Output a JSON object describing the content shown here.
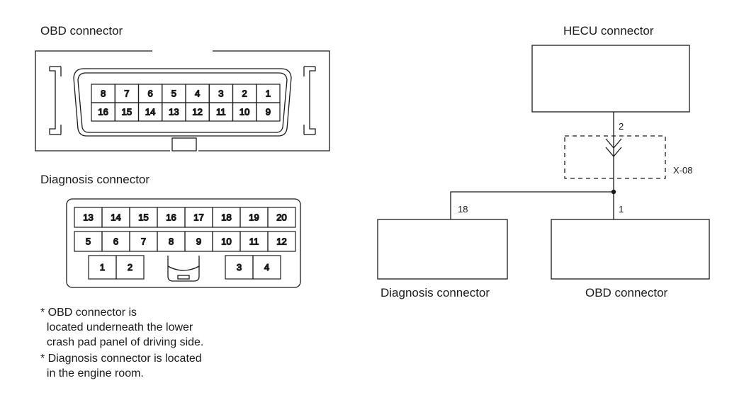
{
  "obd": {
    "title": "OBD connector",
    "top_pins": [
      "8",
      "7",
      "6",
      "5",
      "4",
      "3",
      "2",
      "1"
    ],
    "bottom_pins": [
      "16",
      "15",
      "14",
      "13",
      "12",
      "11",
      "10",
      "9"
    ]
  },
  "diag": {
    "title": "Diagnosis connector",
    "row1": [
      "13",
      "14",
      "15",
      "16",
      "17",
      "18",
      "19",
      "20"
    ],
    "row2": [
      "5",
      "6",
      "7",
      "8",
      "9",
      "10",
      "11",
      "12"
    ],
    "row3_left": [
      "1",
      "2"
    ],
    "row3_right": [
      "3",
      "4"
    ]
  },
  "notes": [
    "* OBD connector is\n  located underneath the lower\n  crash pad panel of driving side.",
    "* Diagnosis connector is located\n  in the engine room."
  ],
  "circuit": {
    "hecu_label": "HECU connector",
    "diag_label": "Diagnosis connector",
    "obd_label": "OBD connector",
    "pin_hecu": "2",
    "pin_diag": "18",
    "pin_obd": "1",
    "junction_label": "X-08"
  }
}
